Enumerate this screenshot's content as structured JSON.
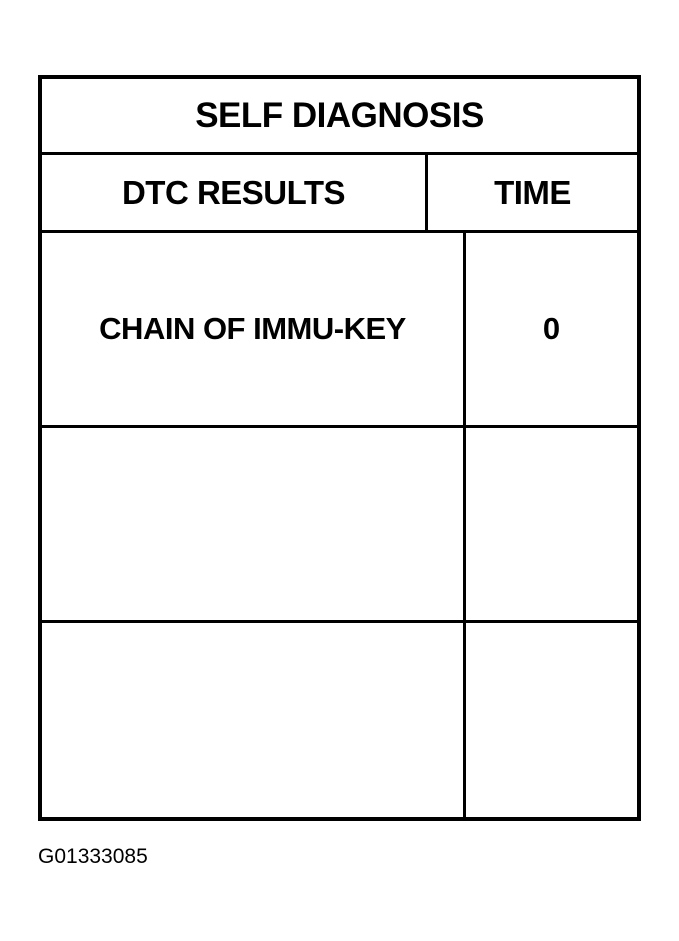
{
  "screen": {
    "title": "SELF DIAGNOSIS",
    "columns": {
      "dtc": "DTC RESULTS",
      "time": "TIME"
    },
    "rows": [
      {
        "dtc": "CHAIN OF IMMU-KEY",
        "time": "0"
      },
      {
        "dtc": "",
        "time": ""
      },
      {
        "dtc": "",
        "time": ""
      }
    ]
  },
  "figure_id": "G01333085"
}
